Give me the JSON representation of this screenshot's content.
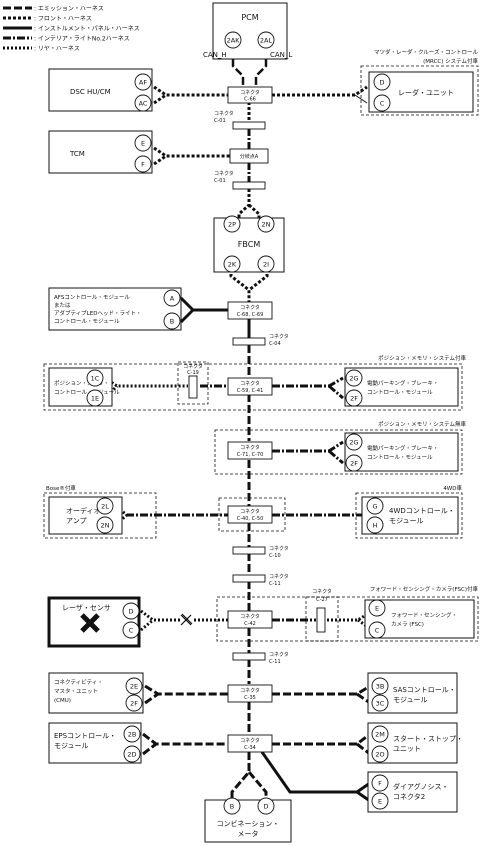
{
  "legend": [
    {
      "label": ": エミッション・ハーネス",
      "style": "emission"
    },
    {
      "label": ": フロント・ハーネス",
      "style": "front"
    },
    {
      "label": ": インストルメント・パネル・ハーネス",
      "style": "instrument"
    },
    {
      "label": ": インテリア・ライトNo.2ハーネス",
      "style": "interior"
    },
    {
      "label": ": リヤ・ハーネス",
      "style": "rear"
    }
  ],
  "modules": {
    "pcm": {
      "label": "PCM",
      "pins": [
        "2AK",
        "2AL"
      ],
      "bus_labels": [
        "CAN_H",
        "CAN_L"
      ]
    },
    "dsc": {
      "label": "DSC HU/CM",
      "pins": [
        "AF",
        "AC"
      ]
    },
    "radar": {
      "caption_1": "マツダ・レーダ・クルーズ・コントロール",
      "caption_2": "(MRCC) システム付車",
      "label": "レーダ・ユニット",
      "pins": [
        "D",
        "C"
      ]
    },
    "tcm": {
      "label": "TCM",
      "pins": [
        "E",
        "F"
      ]
    },
    "fbcm": {
      "label": "FBCM",
      "pins_top": [
        "2P",
        "2N"
      ],
      "pins_bottom": [
        "2K",
        "2I"
      ]
    },
    "afs": {
      "line_1": "AFSコントロール・モジュール",
      "line_2": "または",
      "line_3": "アダプティブLEDヘッド・ライト・",
      "line_4": "コントロール・モジュール",
      "pins": [
        "A",
        "B"
      ]
    },
    "posmem": {
      "caption": "ポジション・メモリ・システム付車",
      "line_1": "ポジション・メモリ・",
      "line_2": "コントロール・モジュール",
      "pins": [
        "1C",
        "1E"
      ]
    },
    "epb1": {
      "line_1": "電動パーキング・ブレーキ・",
      "line_2": "コントロール・モジュール",
      "pins": [
        "2G",
        "2F"
      ]
    },
    "epb2": {
      "caption": "ポジション・メモリ・システム無車",
      "line_1": "電動パーキング・ブレーキ・",
      "line_2": "コントロール・モジュール",
      "pins": [
        "2G",
        "2F"
      ]
    },
    "audio": {
      "caption": "Bose®付車",
      "line_1": "オーディオ・",
      "line_2": "アンプ",
      "pins": [
        "2L",
        "2N"
      ]
    },
    "fwd": {
      "caption": "4WD車",
      "line_1": "4WDコントロール・",
      "line_2": "モジュール",
      "pins": [
        "G",
        "H"
      ]
    },
    "lasersensor": {
      "label": "レーザ・センサ",
      "pins": [
        "D",
        "C"
      ]
    },
    "fsc": {
      "caption": "フォワード・センシング・カメラ(FSC)付車",
      "line_1": "フォワード・センシング・",
      "line_2": "カメラ (FSC)",
      "pins": [
        "E",
        "C"
      ]
    },
    "cmu": {
      "line_1": "コネクティビティ・",
      "line_2": "マスタ・ユニット",
      "line_3": "(CMU)",
      "pins": [
        "2E",
        "2F"
      ]
    },
    "sas": {
      "line_1": "SASコントロール・",
      "line_2": "モジュール",
      "pins": [
        "3B",
        "3C"
      ]
    },
    "eps": {
      "line_1": "EPSコントロール・",
      "line_2": "モジュール",
      "pins": [
        "2B",
        "2D"
      ]
    },
    "startstop": {
      "line_1": "スタート・ストップ・",
      "line_2": "ユニット",
      "pins": [
        "2M",
        "2O"
      ]
    },
    "dlc": {
      "line_1": "ダイアグノシス・",
      "line_2": "コネクタ2",
      "pins": [
        "F",
        "E"
      ]
    },
    "combi": {
      "line_1": "コンビネーション・",
      "line_2": "メータ",
      "pins": [
        "B",
        "D"
      ]
    }
  },
  "connectors": {
    "c66": {
      "word": "コネクタ",
      "id": "C-66"
    },
    "c01a": {
      "word": "コネクタ",
      "id": "C-01"
    },
    "branch_a": {
      "label": "分岐点A"
    },
    "c01b": {
      "word": "コネクタ",
      "id": "C-01"
    },
    "c68": {
      "word": "コネクタ",
      "id": "C-68, C-69"
    },
    "c04": {
      "word": "コネクタ",
      "id": "C-04"
    },
    "c19": {
      "word": "コネクタ",
      "id": "C-19"
    },
    "c59": {
      "word": "コネクタ",
      "id": "C-59, C-41"
    },
    "c71": {
      "word": "コネクタ",
      "id": "C-71, C-70"
    },
    "c40": {
      "word": "コネクタ",
      "id": "C-40, C-50"
    },
    "c10": {
      "word": "コネクタ",
      "id": "C-10"
    },
    "c11a": {
      "word": "コネクタ",
      "id": "C-11"
    },
    "c27": {
      "word": "コネクタ",
      "id": "C-27"
    },
    "c42": {
      "word": "コネクタ",
      "id": "C-42"
    },
    "c11b": {
      "word": "コネクタ",
      "id": "C-11"
    },
    "c35": {
      "word": "コネクタ",
      "id": "C-35"
    },
    "c34": {
      "word": "コネクタ",
      "id": "C-34"
    }
  }
}
